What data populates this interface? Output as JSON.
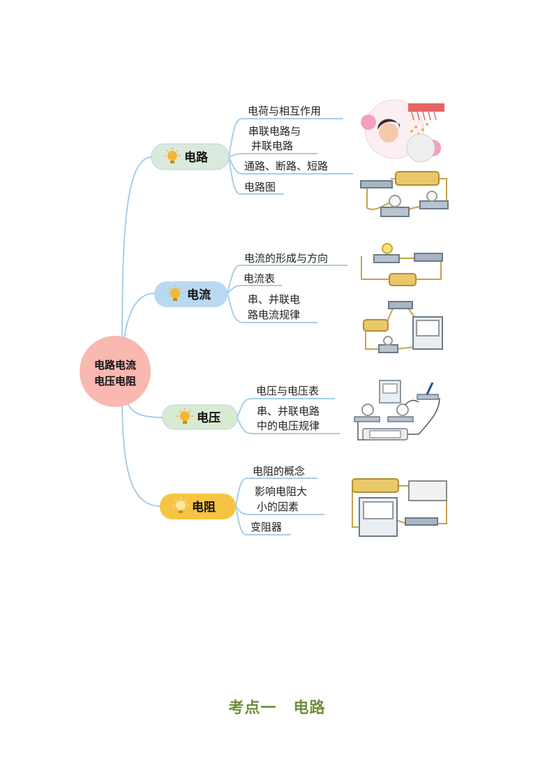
{
  "root": {
    "line1": "电路电流",
    "line2": "电压电阻"
  },
  "branches": [
    {
      "label": "电路",
      "color": "#dbe9dc",
      "leaves": [
        "电荷与相互作用",
        "串联电路与|并联电路",
        "通路、断路、短路",
        "电路图"
      ]
    },
    {
      "label": "电流",
      "color": "#b9d9f3",
      "leaves": [
        "电流的形成与方向",
        "电流表",
        "串、并联电|路电流规律"
      ]
    },
    {
      "label": "电压",
      "color": "#d9ead3",
      "leaves": [
        "电压与电压表",
        "串、并联电路|中的电压规律"
      ]
    },
    {
      "label": "电阻",
      "color": "#f6c445",
      "leaves": [
        "电阻的概念",
        "影响电阻大|小的因素",
        "变阻器"
      ]
    }
  ],
  "section_title": {
    "part1": "考点一",
    "part2": "电路"
  },
  "colors": {
    "connector": "#a9cde8",
    "root_fill": "#f9b8b0",
    "bulb": "#f5b731"
  }
}
